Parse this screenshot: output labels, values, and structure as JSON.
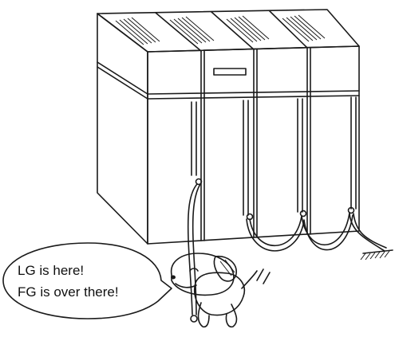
{
  "speech_bubble": {
    "line1": "LG is here!",
    "line2": "FG is over there!"
  },
  "colors": {
    "outline": "#1a1a1a",
    "top_panel": "#e6e6e6",
    "front_panel": "#ffffff",
    "side_panel": "#c9c9c9",
    "dog_ear": "#7d7d7d"
  },
  "icons": {
    "equipment": "plc-rack-illustration",
    "character": "dog-mascot-icon",
    "ground": "ground-symbol-icon"
  }
}
